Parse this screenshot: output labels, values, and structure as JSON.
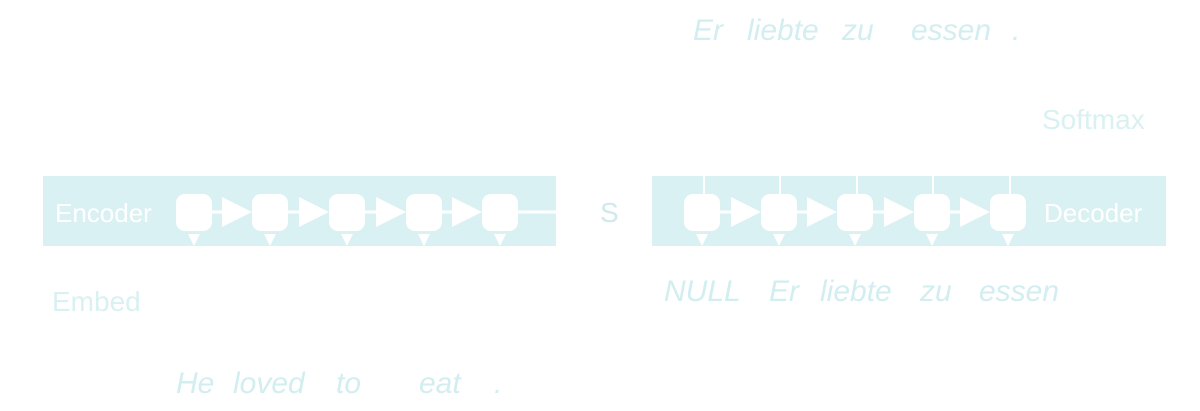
{
  "encoder": {
    "label": "Encoder",
    "embed_label": "Embed",
    "input_words": [
      "He",
      "loved",
      "to",
      "eat",
      "."
    ]
  },
  "state_label": "S",
  "decoder": {
    "label": "Decoder",
    "softmax_label": "Softmax",
    "input_words": [
      "NULL",
      "Er",
      "liebte",
      "zu",
      "essen"
    ],
    "output_words": [
      "Er",
      "liebte",
      "zu",
      "essen",
      "."
    ]
  },
  "colors": {
    "band": "#d9f1f3",
    "text": "#d7eff0",
    "cell": "#ffffff"
  }
}
